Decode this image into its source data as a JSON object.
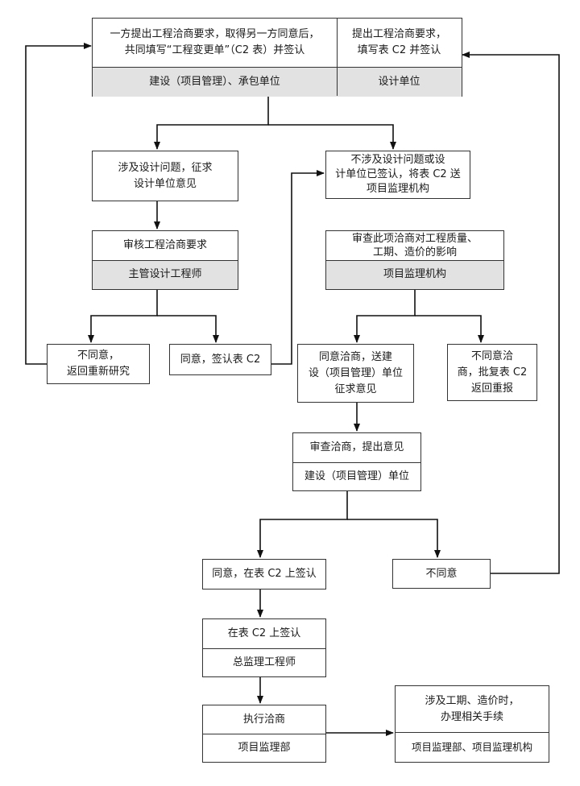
{
  "nodes": {
    "b1": {
      "text": "一方提出工程洽商要求，取得另一方同意后，\n共同填写“工程变更单”（C2 表）并签认",
      "role": "建设（项目管理）、承包单位"
    },
    "b2": {
      "text": "提出工程洽商要求，\n填写表 C2 并签认",
      "role": "设计单位"
    },
    "b3": {
      "text": "涉及设计问题，征求\n设计单位意见"
    },
    "b4": {
      "text": "不涉及设计问题或设\n计单位已签认，将表 C2 送\n项目监理机构"
    },
    "b5": {
      "text": "审核工程洽商要求",
      "role": "主管设计工程师"
    },
    "b6": {
      "text": "审查此项洽商对工程质量、\n工期、造价的影响",
      "role": "项目监理机构"
    },
    "b7": {
      "text": "不同意，\n返回重新研究"
    },
    "b8": {
      "text": "同意，签认表 C2"
    },
    "b9": {
      "text": "同意洽商，送建\n设（项目管理）单位\n征求意见"
    },
    "b10": {
      "text": "不同意洽\n商，批复表 C2\n返回重报"
    },
    "b11": {
      "text": "审查洽商，提出意见",
      "role": "建设（项目管理）单位"
    },
    "b12": {
      "text": "同意，在表 C2 上签认"
    },
    "b13": {
      "text": "不同意"
    },
    "b14": {
      "text": "在表 C2 上签认",
      "role": "总监理工程师"
    },
    "b15": {
      "text": "执行洽商",
      "role": "项目监理部"
    },
    "b16": {
      "text": "涉及工期、造价时，\n办理相关手续",
      "role": "项目监理部、项目监理机构"
    }
  }
}
